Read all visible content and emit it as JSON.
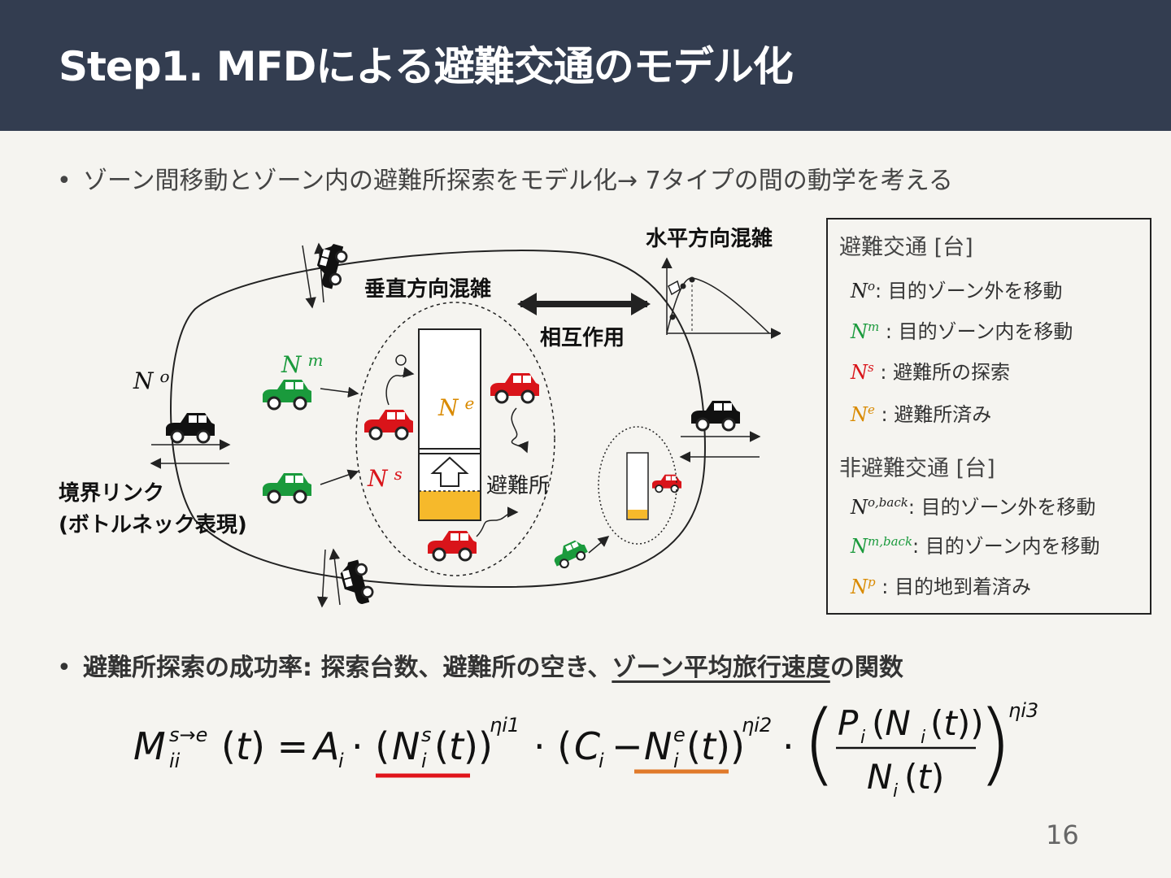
{
  "header": {
    "title": "Step1. MFDによる避難交通のモデル化"
  },
  "bullets": {
    "b1": "ゾーン間移動とゾーン内の避難所探索をモデル化→ 7タイプの間の動学を考える",
    "b2_prefix": "避難所探索の成功率: 探索台数、避難所の空き、",
    "b2_underlined": "ゾーン平均旅行速度",
    "b2_suffix": "の関数"
  },
  "diagram": {
    "vertical_congestion": "垂直方向混雑",
    "horizontal_congestion": "水平方向混雑",
    "interaction": "相互作用",
    "boundary_link_1": "境界リンク",
    "boundary_link_2": "(ボトルネック表現)",
    "shelter": "避難所",
    "label_No": "N",
    "label_No_sup": "o",
    "label_Nm": "N",
    "label_Nm_sup": "m",
    "label_Ne": "N",
    "label_Ne_sup": "e",
    "label_Ns": "N",
    "label_Ns_sup": "s"
  },
  "legend": {
    "evac_header": "避難交通 [台]",
    "non_evac_header": "非避難交通 [台]",
    "items": [
      {
        "sym": "N",
        "sup": "o",
        "sep": ":",
        "text": " 目的ゾーン外を移動",
        "color": "#222222"
      },
      {
        "sym": "N",
        "sup": "m",
        "sep": " :",
        "text": " 目的ゾーン内を移動",
        "color": "#1a9a3c"
      },
      {
        "sym": "N",
        "sup": "s",
        "sep": " :",
        "text": " 避難所の探索",
        "color": "#d9141a"
      },
      {
        "sym": "N",
        "sup": "e",
        "sep": " :",
        "text": " 避難所済み",
        "color": "#d98a00"
      },
      {
        "sym": "N",
        "sup": "o,back",
        "sep": ":",
        "text": " 目的ゾーン外を移動",
        "color": "#222222"
      },
      {
        "sym": "N",
        "sup": "m,back",
        "sep": ":",
        "text": " 目的ゾーン内を移動",
        "color": "#1a9a3c"
      },
      {
        "sym": "N",
        "sup": "p",
        "sep": " :",
        "text": " 目的地到着済み",
        "color": "#d98a00"
      }
    ]
  },
  "formula": {
    "lhs": "M",
    "lhs_sup": "s→e",
    "lhs_sub": "ii",
    "A": "A",
    "i": "i",
    "Ns": "N",
    "Ns_sup": "s",
    "C": "C",
    "Ne": "N",
    "Ne_sup": "e",
    "P": "P",
    "Nden": "N",
    "eta1": "ηi1",
    "eta2": "ηi2",
    "eta3": "ηi3"
  },
  "colors": {
    "red": "#d9141a",
    "green": "#1a9a3c",
    "orange": "#d98a00",
    "yellow": "#f6b92b",
    "header": "#333d50"
  },
  "page_number": "16"
}
